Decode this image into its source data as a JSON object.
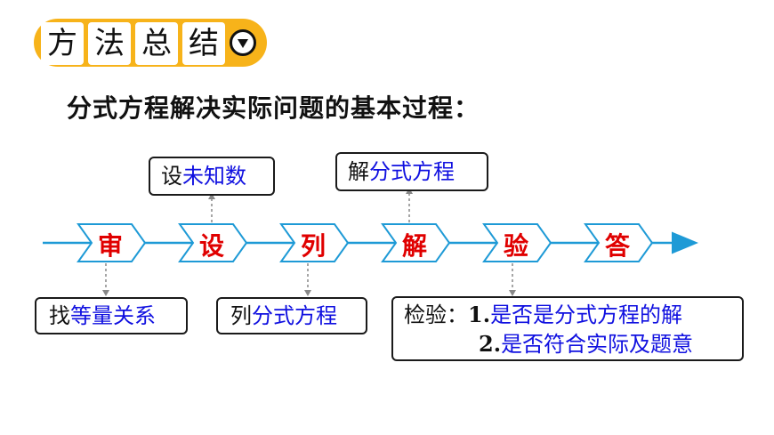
{
  "badge": {
    "chars": [
      "方",
      "法",
      "总",
      "结"
    ]
  },
  "heading": "分式方程解决实际问题的基本过程：",
  "steps": [
    "审",
    "设",
    "列",
    "解",
    "验",
    "答"
  ],
  "top_notes": [
    {
      "prefix": "设",
      "highlight": "未知数"
    },
    {
      "prefix": "解",
      "highlight": "分式方程"
    }
  ],
  "bottom_notes": [
    {
      "prefix": "找",
      "highlight": "等量关系"
    },
    {
      "prefix": "列",
      "highlight": "分式方程"
    }
  ],
  "check": {
    "prefix": "检验：",
    "items": [
      {
        "num": "1.",
        "text": "是否是分式方程的解"
      },
      {
        "num": "2.",
        "text": "是否符合实际及题意"
      }
    ]
  },
  "colors": {
    "badge": "#f7b31a",
    "flow": "#1e9ad6",
    "step_text": "#e00000",
    "highlight": "#1010e0"
  }
}
